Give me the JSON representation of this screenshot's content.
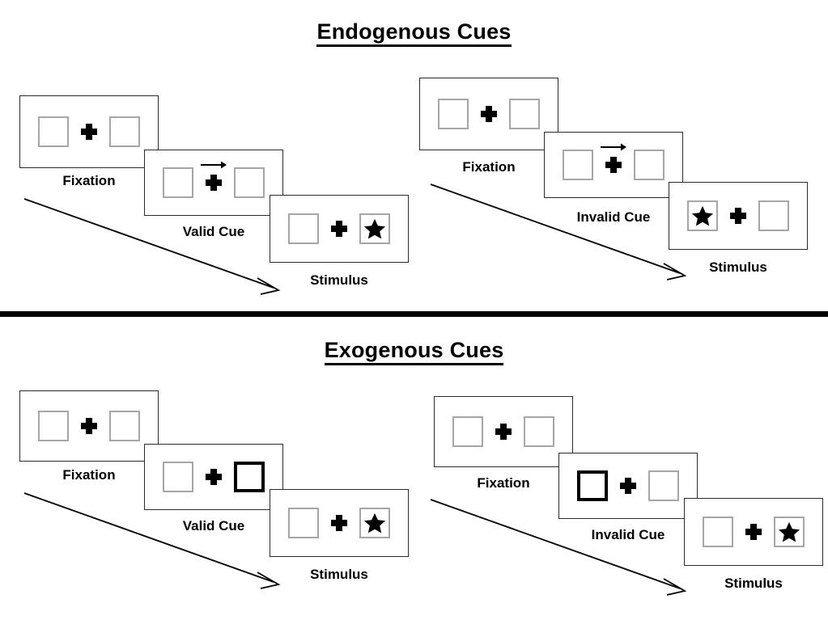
{
  "figure": {
    "title_top": "Endogenous Cues",
    "title_bottom": "Exogenous Cues"
  },
  "sections": [
    {
      "id": "endogenous",
      "title": "Endogenous Cues",
      "groups": [
        {
          "id": "endogenous-valid",
          "panels": [
            {
              "caption": "Fixation",
              "left_box": "empty",
              "right_box": "empty",
              "cue_arrow": "none",
              "cued_side": "none",
              "target_side": "none"
            },
            {
              "caption": "Valid Cue",
              "left_box": "empty",
              "right_box": "empty",
              "cue_arrow": "right",
              "cued_side": "right",
              "target_side": "none"
            },
            {
              "caption": "Stimulus",
              "left_box": "empty",
              "right_box": "star",
              "cue_arrow": "none",
              "cued_side": "none",
              "target_side": "right"
            }
          ]
        },
        {
          "id": "endogenous-invalid",
          "panels": [
            {
              "caption": "Fixation",
              "left_box": "empty",
              "right_box": "empty",
              "cue_arrow": "none",
              "cued_side": "none",
              "target_side": "none"
            },
            {
              "caption": "Invalid Cue",
              "left_box": "empty",
              "right_box": "empty",
              "cue_arrow": "right",
              "cued_side": "right",
              "target_side": "none"
            },
            {
              "caption": "Stimulus",
              "left_box": "star",
              "right_box": "empty",
              "cue_arrow": "none",
              "cued_side": "none",
              "target_side": "left"
            }
          ]
        }
      ]
    },
    {
      "id": "exogenous",
      "title": "Exogenous Cues",
      "groups": [
        {
          "id": "exogenous-valid",
          "panels": [
            {
              "caption": "Fixation",
              "left_box": "empty",
              "right_box": "empty",
              "cue_arrow": "none",
              "cued_side": "none",
              "target_side": "none"
            },
            {
              "caption": "Valid Cue",
              "left_box": "empty",
              "right_box": "empty",
              "cue_arrow": "none",
              "cued_side": "right",
              "target_side": "none"
            },
            {
              "caption": "Stimulus",
              "left_box": "empty",
              "right_box": "star",
              "cue_arrow": "none",
              "cued_side": "none",
              "target_side": "right"
            }
          ]
        },
        {
          "id": "exogenous-invalid",
          "panels": [
            {
              "caption": "Fixation",
              "left_box": "empty",
              "right_box": "empty",
              "cue_arrow": "none",
              "cued_side": "none",
              "target_side": "none"
            },
            {
              "caption": "Invalid Cue",
              "left_box": "empty",
              "right_box": "empty",
              "cue_arrow": "none",
              "cued_side": "left",
              "target_side": "none"
            },
            {
              "caption": "Stimulus",
              "left_box": "empty",
              "right_box": "star",
              "cue_arrow": "none",
              "cued_side": "none",
              "target_side": "right"
            }
          ]
        }
      ]
    }
  ],
  "labels": {
    "fixation": "Fixation",
    "valid_cue": "Valid Cue",
    "invalid_cue": "Invalid Cue",
    "stimulus": "Stimulus"
  },
  "colors": {
    "background": "#ffffff",
    "panel_border": "#2b2b2b",
    "box_border": "#a6a6a6",
    "cued_box_border": "#000000",
    "ink": "#000000",
    "divider": "#000000"
  }
}
